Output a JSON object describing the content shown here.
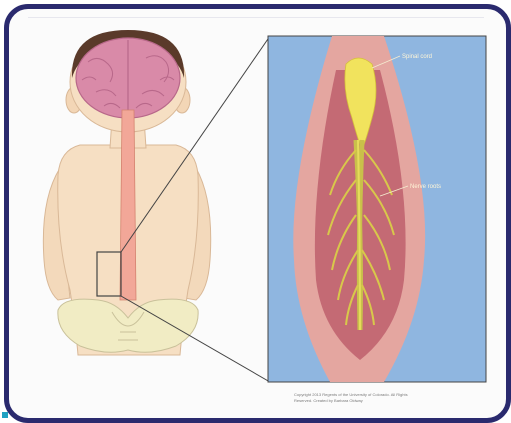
{
  "labels": {
    "spinal_cord": "Spinal cord",
    "nerve_roots": "Nerve roots"
  },
  "credit": {
    "line1": "Copyright 2013 Regents of the University of Colorado. All Rights",
    "line2": "Reserved. Created by Barbara Oldway"
  },
  "colors": {
    "frame": "#2a2a6e",
    "skin": "#f6dfc3",
    "brain": "#d98aa8",
    "spine": "#f2a798",
    "inset_bg": "#8fb6e0",
    "cord": "#f1e35d",
    "tissue": "#c46a74"
  }
}
